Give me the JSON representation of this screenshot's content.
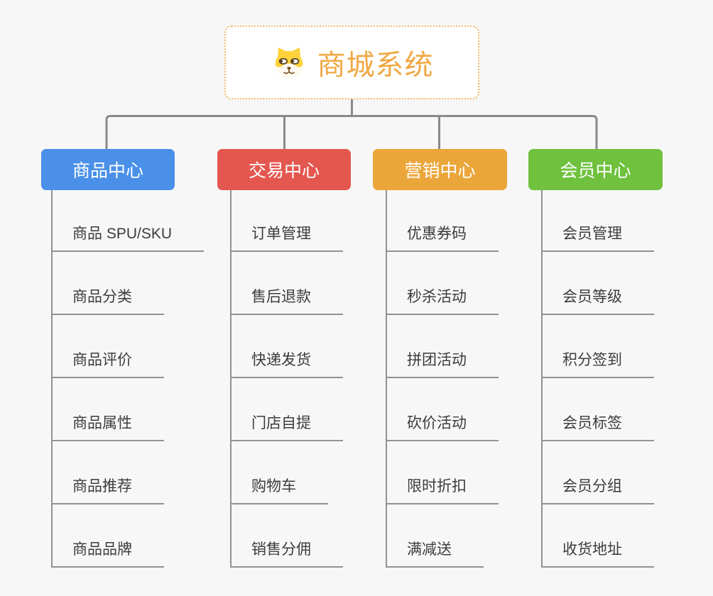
{
  "root": {
    "title": "商城系统",
    "icon": "shiba-dog-icon",
    "title_color": "#f0a843",
    "border_color": "#f2bd6b"
  },
  "branches": [
    {
      "label": "商品中心",
      "color": "#4a90e8",
      "children": [
        "商品 SPU/SKU",
        "商品分类",
        "商品评价",
        "商品属性",
        "商品推荐",
        "商品品牌"
      ]
    },
    {
      "label": "交易中心",
      "color": "#e4574f",
      "children": [
        "订单管理",
        "售后退款",
        "快递发货",
        "门店自提",
        "购物车",
        "销售分佣"
      ]
    },
    {
      "label": "营销中心",
      "color": "#eba63a",
      "children": [
        "优惠券码",
        "秒杀活动",
        "拼团活动",
        "砍价活动",
        "限时折扣",
        "满减送"
      ]
    },
    {
      "label": "会员中心",
      "color": "#6fc13e",
      "children": [
        "会员管理",
        "会员等级",
        "积分签到",
        "会员标签",
        "会员分组",
        "收货地址"
      ]
    }
  ],
  "connector_color": "#8a8a8a",
  "background_color": "#f7f7f7"
}
